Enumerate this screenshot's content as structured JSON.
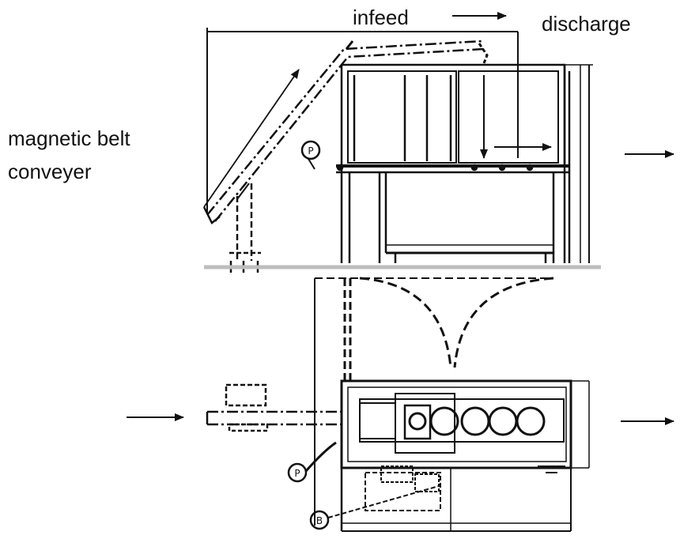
{
  "labels": {
    "infeed": "infeed",
    "discharge": "discharge",
    "conveyor_line1": "magnetic belt",
    "conveyor_line2": "conveyer"
  },
  "callouts": {
    "detail_p": "P",
    "detail_b": "B"
  },
  "colors": {
    "line": "#111111",
    "floor": "#bdbdbd",
    "background": "#ffffff"
  }
}
